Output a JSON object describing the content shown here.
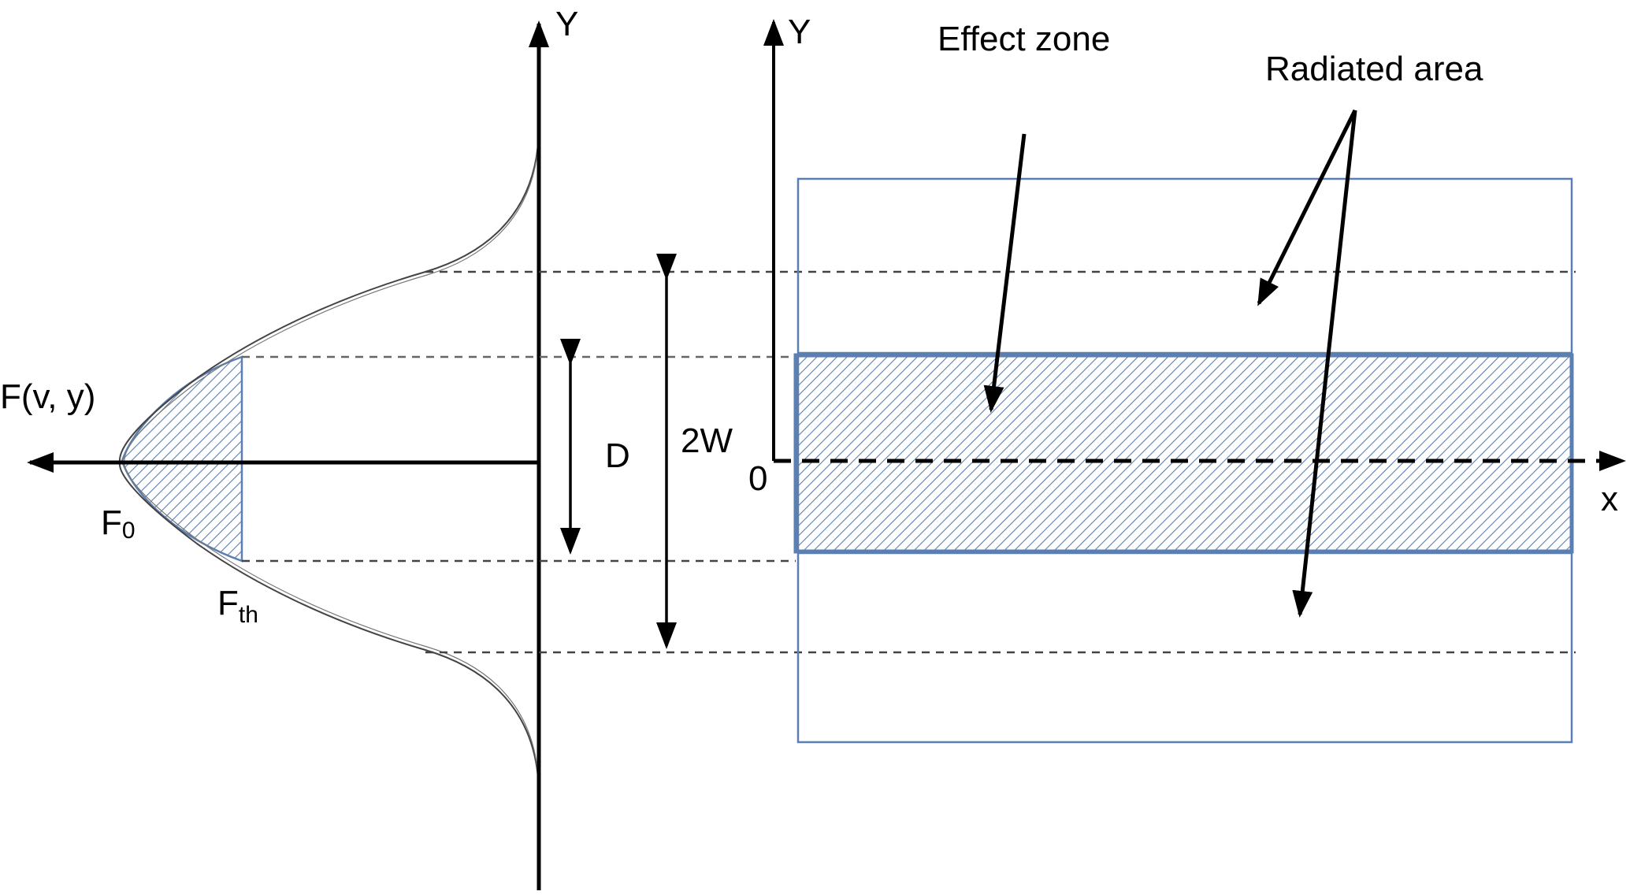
{
  "labels": {
    "y_axis_left": "Y",
    "y_axis_right": "Y",
    "fluence_axis": "F(v, y)",
    "f0_main": "F",
    "f0_sub": "0",
    "fth_main": "F",
    "fth_sub": "th",
    "d_label": "D",
    "two_w_label": "2W",
    "origin": "0",
    "x_axis": "x",
    "effect_zone": "Effect zone",
    "radiated_area": "Radiated area"
  },
  "colors": {
    "line": "#000000",
    "band_border": "#5b7fb0",
    "hatch": "#5b7fb0",
    "guide": "#555555"
  }
}
